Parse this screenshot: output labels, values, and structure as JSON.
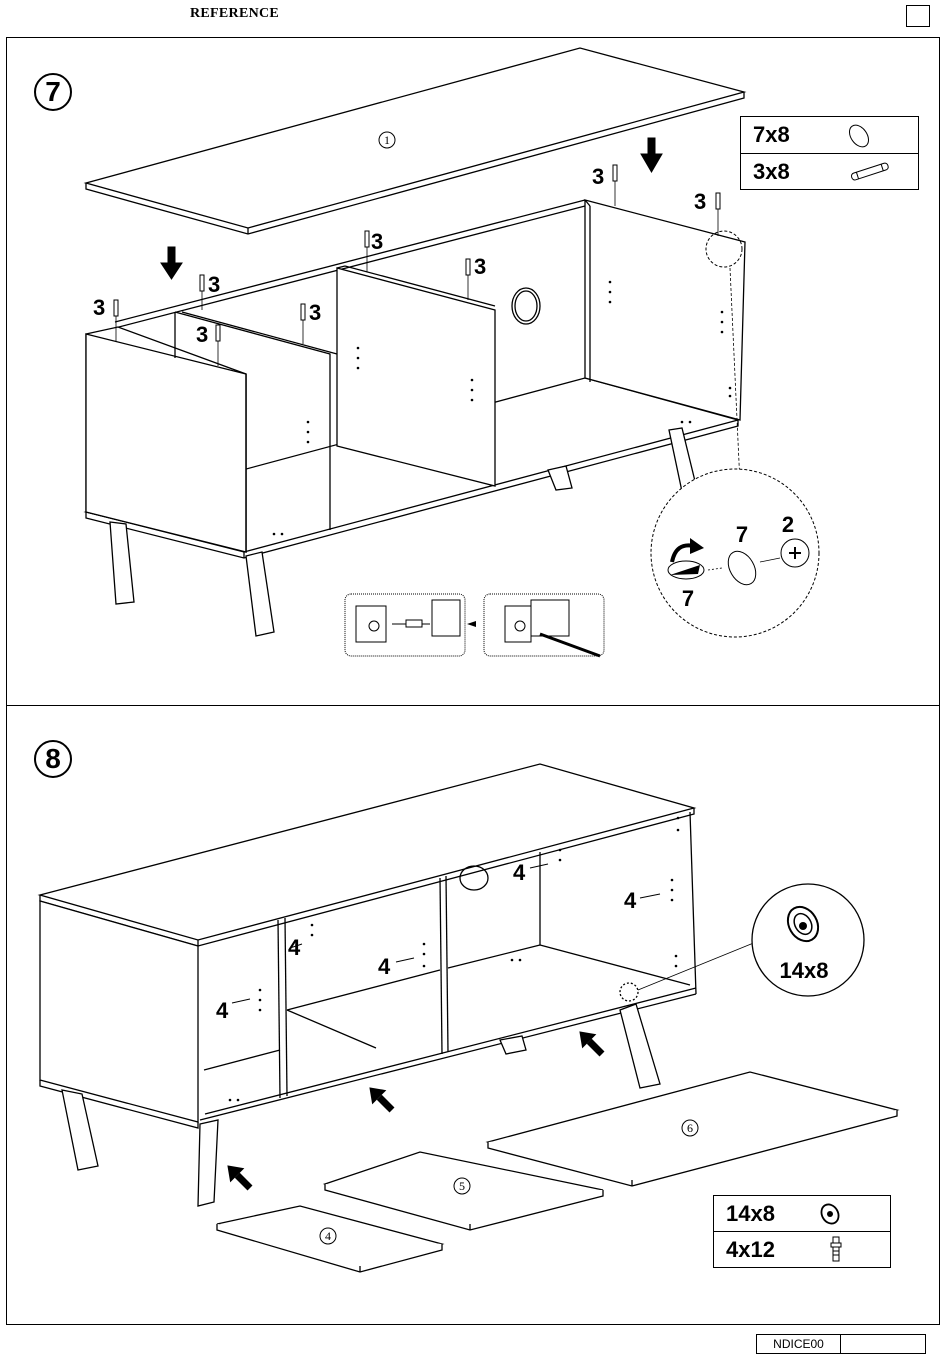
{
  "header": {
    "reference_label": "REFERENCE"
  },
  "footer": {
    "code": "NDICE00"
  },
  "step7": {
    "number": "7",
    "part_1": "1",
    "dowel_qty": "3",
    "cam_part": "2",
    "cover_part": "7",
    "hardware": [
      {
        "label": "7x8",
        "icon": "cover-cap-icon"
      },
      {
        "label": "3x8",
        "icon": "wooden-dowel-icon"
      }
    ]
  },
  "step8": {
    "number": "8",
    "screw_qty": "4",
    "shelf_pin_label": "14x8",
    "part_4": "4",
    "part_5": "5",
    "part_6": "6",
    "hardware": [
      {
        "label": "14x8",
        "icon": "cam-lock-icon"
      },
      {
        "label": "4x12",
        "icon": "cam-bolt-icon"
      }
    ]
  }
}
